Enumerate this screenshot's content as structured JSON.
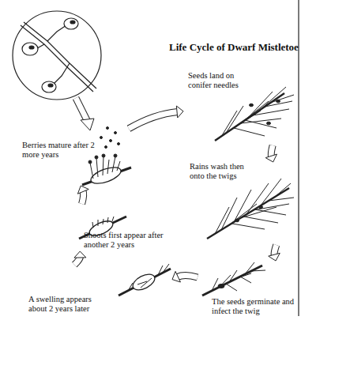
{
  "diagram": {
    "title": "Life Cycle of Dwarf Mistletoe",
    "nodes": [
      {
        "text": [
          "Seeds land on conifer needles"
        ]
      },
      {
        "text": [
          "Rains wash then onto the twigs"
        ]
      },
      {
        "text": [
          "The seeds germinate and infect the twig"
        ]
      },
      {
        "text": [
          "A swelling appears about 2 years later"
        ]
      },
      {
        "text": [
          "Shoots first appear after another 2 years"
        ]
      },
      {
        "text": [
          "Berries mature after 2 more years"
        ]
      }
    ],
    "edges": [
      {
        "from": 0,
        "to": 1,
        "arrow": "to"
      },
      {
        "from": 1,
        "to": 2,
        "arrow": "to"
      },
      {
        "from": 2,
        "to": 3,
        "arrow": "to"
      },
      {
        "from": 3,
        "to": 4,
        "arrow": "to"
      },
      {
        "from": 4,
        "to": 5,
        "arrow": "to"
      },
      {
        "from": 5,
        "to": 0,
        "arrow": "to"
      }
    ]
  }
}
